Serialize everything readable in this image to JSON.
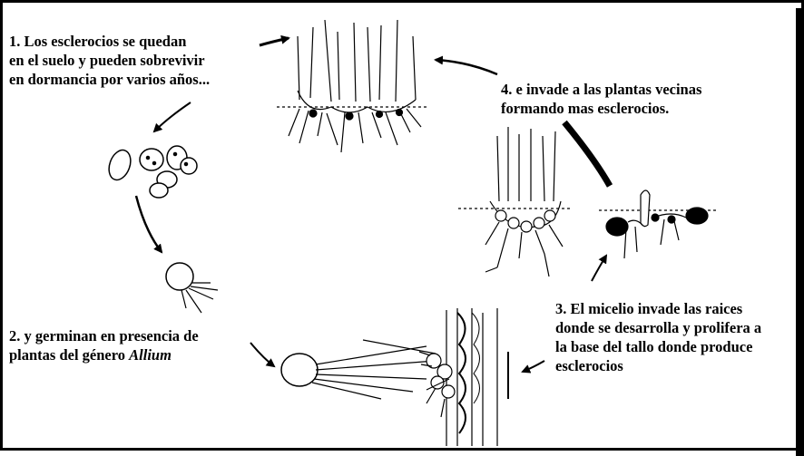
{
  "captions": {
    "step1": "1.  Los esclerocios se quedan\nen el suelo y pueden sobrevivir\nen dormancia por varios años...",
    "step2_text": "2.  y germinan en presencia de\nplantas del género ",
    "step2_genus": "Allium",
    "step3": "3. El micelio invade las raices\ndonde se desarrolla y prolifera a\nla base del tallo donde produce\nesclerocios",
    "step4": "4. e invade a las plantas vecinas\nformando mas esclerocios."
  },
  "colors": {
    "ink": "#000000",
    "background": "#ffffff"
  }
}
